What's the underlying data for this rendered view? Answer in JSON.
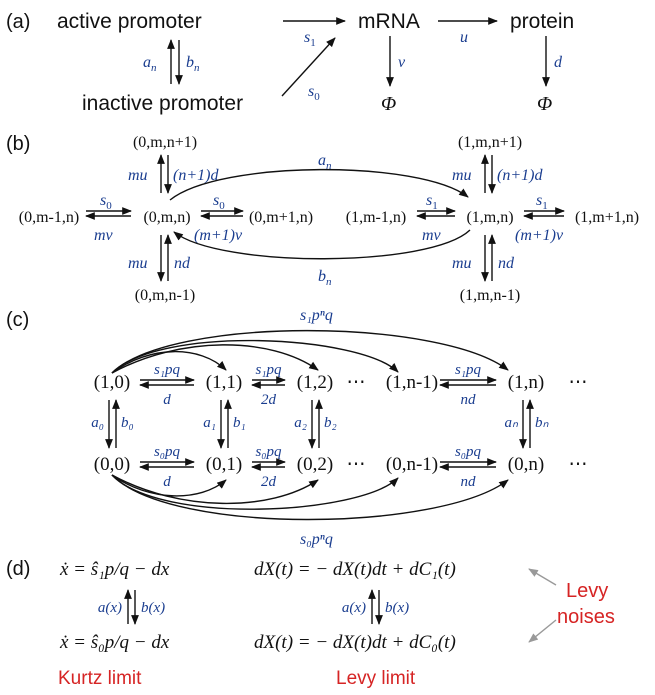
{
  "colors": {
    "ink": "#111111",
    "rate_blue": "#1a3d8f",
    "levy_red": "#d62424",
    "levy_arrow_gray": "#999999"
  },
  "panel_a": {
    "label": "(a)",
    "active_promoter": "active promoter",
    "inactive_promoter": "inactive promoter",
    "mrna": "mRNA",
    "protein": "protein",
    "rate_s1": "s",
    "rate_s1_sub": "1",
    "rate_s0": "s",
    "rate_s0_sub": "0",
    "rate_u": "u",
    "rate_an": "a",
    "rate_an_sub": "n",
    "rate_bn": "b",
    "rate_bn_sub": "n",
    "rate_v": "v",
    "rate_d": "d",
    "phi": "Φ"
  },
  "panel_b": {
    "label": "(b)",
    "s0_center": "(0,m,n)",
    "s0_left": "(0,m-1,n)",
    "s0_right": "(0,m+1,n)",
    "s0_top": "(0,m,n+1)",
    "s0_bottom": "(0,m,n-1)",
    "s1_center": "(1,m,n)",
    "s1_left": "(1,m-1,n)",
    "s1_right": "(1,m+1,n)",
    "s1_top": "(1,m,n+1)",
    "s1_bottom": "(1,m,n-1)",
    "rate_s0": "s",
    "rate_s0_sub": "0",
    "rate_s1": "s",
    "rate_s1_sub": "1",
    "rate_mv": "mv",
    "rate_m1v": "(m+1)v",
    "rate_mu": "mu",
    "rate_n1d": "(n+1)d",
    "rate_nd": "nd",
    "rate_an": "a",
    "rate_an_sub": "n",
    "rate_bn": "b",
    "rate_bn_sub": "n"
  },
  "panel_c": {
    "label": "(c)",
    "top_row": [
      "(1,0)",
      "(1,1)",
      "(1,2)",
      "⋯",
      "(1,n-1)",
      "(1,n)",
      "⋯"
    ],
    "bottom_row": [
      "(0,0)",
      "(0,1)",
      "(0,2)",
      "⋯",
      "(0,n-1)",
      "(0,n)",
      "⋯"
    ],
    "top_forward": [
      "s₁pq",
      "s₁pq",
      "s₁pq"
    ],
    "top_backward": [
      "d",
      "2d",
      "nd"
    ],
    "bottom_forward": [
      "s₀pq",
      "s₀pq",
      "s₀pq"
    ],
    "bottom_backward": [
      "d",
      "2d",
      "nd"
    ],
    "vertical_down": [
      "a₀",
      "a₁",
      "a₂",
      "aₙ"
    ],
    "vertical_up": [
      "b₀",
      "b₁",
      "b₂",
      "bₙ"
    ],
    "jump_top": "s₁pⁿq",
    "jump_bottom": "s₀pⁿq"
  },
  "panel_d": {
    "label": "(d)",
    "kurtz_top": "ẋ = ŝ₁p/q − dx",
    "kurtz_bottom": "ẋ = ŝ₀p/q − dx",
    "kurtz_ax": "a(x)",
    "kurtz_bx": "b(x)",
    "levy_top": "dX(t) = − dX(t)dt + dC₁(t)",
    "levy_bottom": "dX(t) = − dX(t)dt + dC₀(t)",
    "levy_ax": "a(x)",
    "levy_bx": "b(x)",
    "kurtz_limit": "Kurtz limit",
    "levy_limit": "Levy limit",
    "levy_noises_1": "Levy",
    "levy_noises_2": "noises"
  }
}
